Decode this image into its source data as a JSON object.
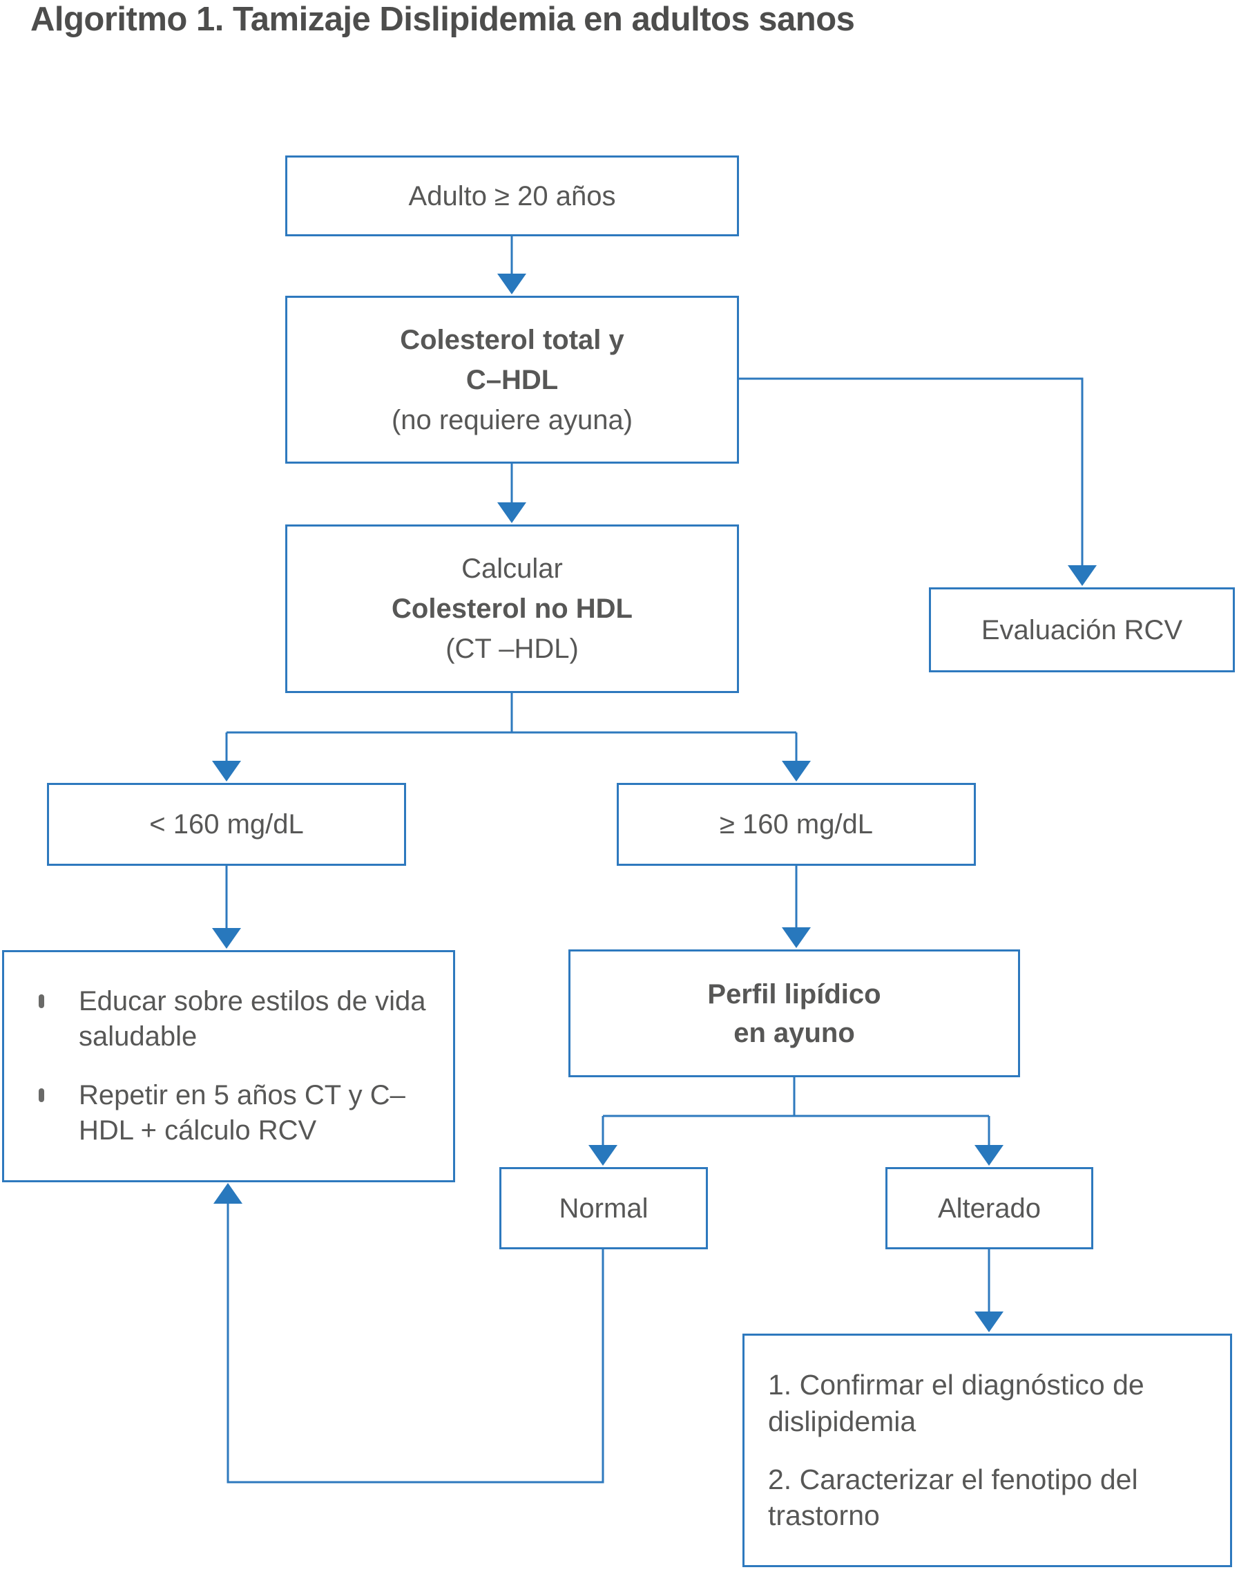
{
  "title": "Algoritmo 1. Tamizaje Dislipidemia en adultos sanos",
  "colors": {
    "line": "#2e79be",
    "arrow": "#2878bd",
    "text": "#575756",
    "title": "#4d4d4c",
    "background": "#ffffff"
  },
  "nodes": {
    "adulto": {
      "text": "Adulto ≥ 20 años"
    },
    "colesterol": {
      "line1": "Colesterol total y",
      "line2": "C–HDL",
      "line3": "(no requiere ayuna)"
    },
    "evaluacion": {
      "text": "Evaluación RCV"
    },
    "calcular": {
      "line1": "Calcular",
      "line2": "Colesterol no HDL",
      "line3": "(CT –HDL)"
    },
    "umbral_menor": {
      "text": "< 160 mg/dL"
    },
    "umbral_mayor": {
      "text": "≥ 160 mg/dL"
    },
    "educar": {
      "bullets": [
        "Educar sobre estilos de vida saludable",
        "Repetir en 5 años CT y C–HDL + cálculo RCV"
      ]
    },
    "perfil": {
      "line1": "Perfil lipídico",
      "line2": "en ayuno"
    },
    "normal": {
      "text": "Normal"
    },
    "alterado": {
      "text": "Alterado"
    },
    "diagnostico": {
      "items": [
        "1. Confirmar el diagnóstico de dislipidemia",
        "2. Caracterizar el fenotipo del trastorno"
      ]
    }
  }
}
